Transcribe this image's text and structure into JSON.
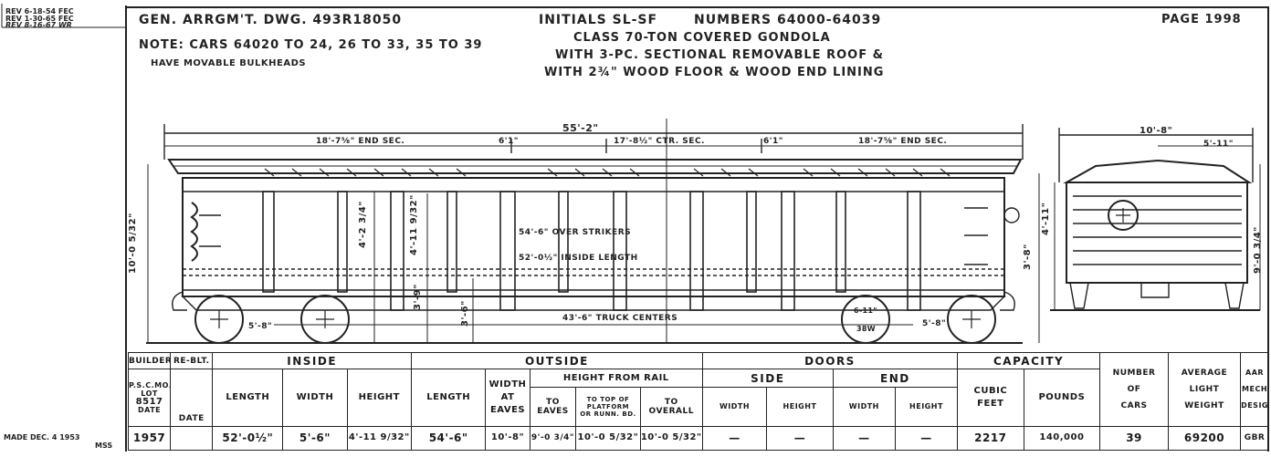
{
  "revisions": [
    "REV 6-18-54 FEC",
    "REV 1-30-65 FEC",
    "REV 8-16-67 WR"
  ],
  "made_note": [
    "MADE DEC. 4 1953",
    "MSS"
  ],
  "header": {
    "drawing": "GEN. ARRGM'T. DWG. 493R18050",
    "initials": "INITIALS SL-SF",
    "numbers": "NUMBERS 64000-64039",
    "page": "PAGE 1998",
    "class_lines": [
      "CLASS 70-TON COVERED GONDOLA",
      "WITH 3-PC. SECTIONAL REMOVABLE ROOF &",
      "WITH 2¾\" WOOD FLOOR & WOOD END LINING"
    ],
    "note_line1": "NOTE: CARS 64020 TO 24, 26 TO 33, 35 TO 39",
    "note_line2": "HAVE MOVABLE BULKHEADS"
  },
  "drawing_dims": {
    "overall": "55'-2\"",
    "end_sec_left": "18'-7⅝\" END SEC.",
    "gap_left": "6'1\"",
    "ctr_sec": "17'-8½\" CTR. SEC.",
    "gap_right": "6'1\"",
    "end_sec_right": "18'-7⅝\" END SEC.",
    "over_strikers": "54'-6\" OVER STRIKERS",
    "inside_length": "52'-0½\" INSIDE LENGTH",
    "truck_centers": "43'-6\" TRUCK CENTERS",
    "wheelbase_left": "5'-8\"",
    "wheelbase_right": "5'-8\"",
    "wheel_label": [
      "6-11\"",
      "38W"
    ],
    "height_overall": "10'-0 5/32\"",
    "height_side_1": "4'-11 9/32\"",
    "height_side_2": "4'-2 3/4\"",
    "height_side_3": "3'-9\"",
    "height_side_4": "3'-6\"",
    "end_width": "10'-8\"",
    "end_half": "5'-11\"",
    "end_height": "9'-0 3/4\"",
    "end_inner": "4'-11\"",
    "end_small": "3'-8\""
  },
  "table": {
    "builder": "BUILDER",
    "rebuilt": "RE-BLT.",
    "inside": "INSIDE",
    "outside": "OUTSIDE",
    "doors": "DOORS",
    "capacity": "CAPACITY",
    "number_of_cars": [
      "NUMBER",
      "OF",
      "CARS"
    ],
    "average_light_weight": [
      "AVERAGE",
      "LIGHT",
      "WEIGHT"
    ],
    "aar": [
      "AAR",
      "MECH",
      "DESIG"
    ],
    "builder_sub": [
      "P.S.C.MO.",
      "LOT",
      "8517",
      "DATE"
    ],
    "date": "DATE",
    "length": "LENGTH",
    "width": "WIDTH",
    "height": "HEIGHT",
    "outside_length": "LENGTH",
    "width_at_eaves": [
      "WIDTH",
      "AT",
      "EAVES"
    ],
    "height_from_rail": "HEIGHT FROM RAIL",
    "to_eaves": [
      "TO",
      "EAVES"
    ],
    "to_top_platform": [
      "TO TOP OF",
      "PLATFORM",
      "OR RUNN. BD."
    ],
    "to_overall": [
      "TO",
      "OVERALL"
    ],
    "side": "SIDE",
    "end": "END",
    "side_width": "WIDTH",
    "side_height": "HEIGHT",
    "end_width": "WIDTH",
    "end_height": "HEIGHT",
    "cubic_feet": [
      "CUBIC",
      "FEET"
    ],
    "pounds": "POUNDS",
    "values": {
      "built": "1957",
      "rebuilt": "",
      "inside_length": "52'-0½\"",
      "inside_width": "5'-6\"",
      "inside_height": "4'-11 9/32\"",
      "outside_length": "54'-6\"",
      "width_at_eaves": "10'-8\"",
      "to_eaves": "9'-0 3/4\"",
      "to_top_platform": "10'-0 5/32\"",
      "to_overall": "10'-0 5/32\"",
      "side_width": "—",
      "side_height": "—",
      "end_width": "—",
      "end_height": "—",
      "cubic_feet": "2217",
      "pounds": "140,000",
      "number_of_cars": "39",
      "light_weight": "69200",
      "aar": "GBR"
    }
  }
}
